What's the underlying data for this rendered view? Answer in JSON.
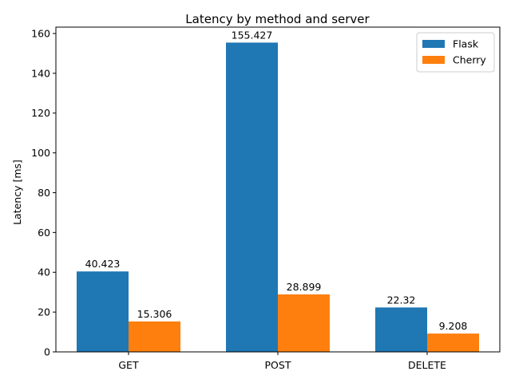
{
  "chart_data": {
    "type": "bar",
    "title": "Latency by method and server",
    "xlabel": "",
    "ylabel": "Latency [ms]",
    "categories": [
      "GET",
      "POST",
      "DELETE"
    ],
    "series": [
      {
        "name": "Flask",
        "values": [
          40.423,
          155.427,
          22.32
        ],
        "labels": [
          "40.423",
          "155.427",
          "22.32"
        ],
        "color": "#1f77b4"
      },
      {
        "name": "Cherry",
        "values": [
          15.306,
          28.899,
          9.208
        ],
        "labels": [
          "15.306",
          "28.899",
          "9.208"
        ],
        "color": "#ff7f0e"
      }
    ],
    "ylim": [
      0,
      163.2
    ],
    "yticks": [
      0,
      20,
      40,
      60,
      80,
      100,
      120,
      140,
      160
    ],
    "grid": false,
    "legend_position": "top-right"
  }
}
